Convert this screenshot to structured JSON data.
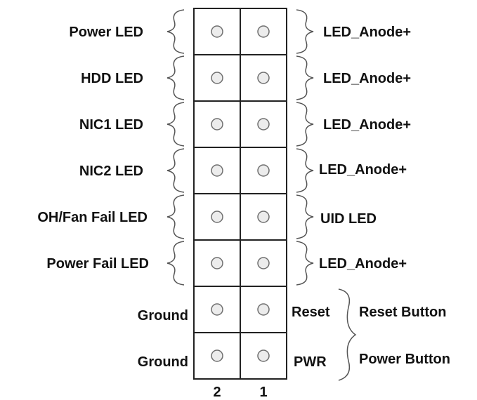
{
  "header_rows": [
    {
      "left": "Power LED",
      "right": "LED_Anode+"
    },
    {
      "left": "HDD LED",
      "right": "LED_Anode+"
    },
    {
      "left": "NIC1 LED",
      "right": "LED_Anode+"
    },
    {
      "left": "NIC2 LED",
      "right": "LED_Anode+"
    },
    {
      "left": "OH/Fan Fail LED",
      "right": "UID LED"
    },
    {
      "left": "Power Fail LED",
      "right": "LED_Anode+"
    }
  ],
  "button_rows": [
    {
      "left": "Ground",
      "pin_label": "Reset",
      "function": "Reset Button"
    },
    {
      "left": "Ground",
      "pin_label": "PWR",
      "function": "Power Button"
    }
  ],
  "column_labels": [
    "2",
    "1"
  ]
}
